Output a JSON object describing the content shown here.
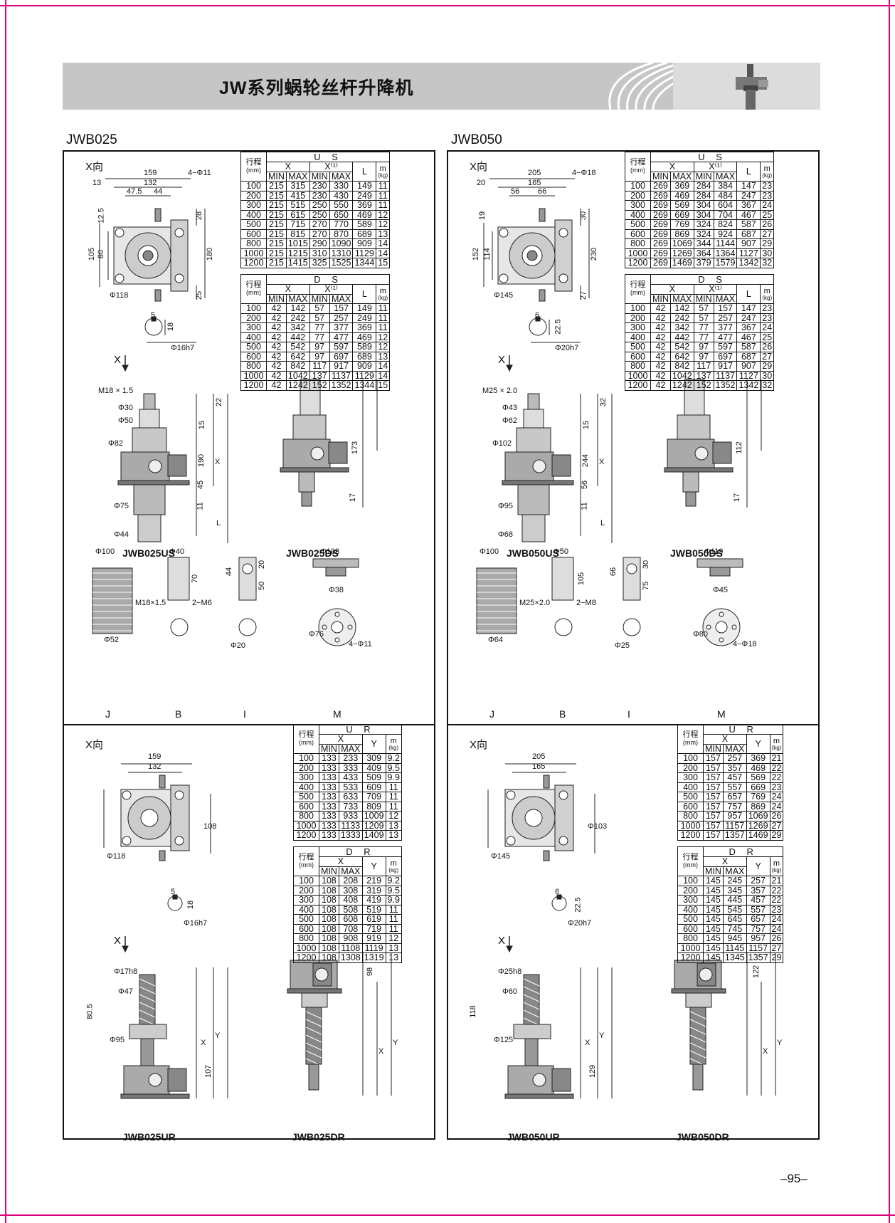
{
  "banner": {
    "title": "JW系列蜗轮丝杆升降机"
  },
  "page_number": "–95–",
  "xdir_label": "X向",
  "x_arrow_label": "X",
  "table_heads": {
    "stroke_cn": "行程",
    "stroke_unit": "(mm)",
    "x": "X",
    "x1": "X⁽¹⁾",
    "min": "MIN",
    "max": "MAX",
    "l": "L",
    "y": "Y",
    "m": "m",
    "m_unit": "(kg)"
  },
  "left": {
    "title": "JWB025",
    "us_table": {
      "group": "U S",
      "rows": [
        [
          "100",
          "215",
          "315",
          "230",
          "330",
          "149",
          "11"
        ],
        [
          "200",
          "215",
          "415",
          "230",
          "430",
          "249",
          "11"
        ],
        [
          "300",
          "215",
          "515",
          "250",
          "550",
          "369",
          "11"
        ],
        [
          "400",
          "215",
          "615",
          "250",
          "650",
          "469",
          "12"
        ],
        [
          "500",
          "215",
          "715",
          "270",
          "770",
          "589",
          "12"
        ],
        [
          "600",
          "215",
          "815",
          "270",
          "870",
          "689",
          "13"
        ],
        [
          "800",
          "215",
          "1015",
          "290",
          "1090",
          "909",
          "14"
        ],
        [
          "1000",
          "215",
          "1215",
          "310",
          "1310",
          "1129",
          "14"
        ],
        [
          "1200",
          "215",
          "1415",
          "325",
          "1525",
          "1344",
          "15"
        ]
      ]
    },
    "ds_table": {
      "group": "D S",
      "rows": [
        [
          "100",
          "42",
          "142",
          "57",
          "157",
          "149",
          "11"
        ],
        [
          "200",
          "42",
          "242",
          "57",
          "257",
          "249",
          "11"
        ],
        [
          "300",
          "42",
          "342",
          "77",
          "377",
          "369",
          "11"
        ],
        [
          "400",
          "42",
          "442",
          "77",
          "477",
          "469",
          "12"
        ],
        [
          "500",
          "42",
          "542",
          "97",
          "597",
          "589",
          "12"
        ],
        [
          "600",
          "42",
          "642",
          "97",
          "697",
          "689",
          "13"
        ],
        [
          "800",
          "42",
          "842",
          "117",
          "917",
          "909",
          "14"
        ],
        [
          "1000",
          "42",
          "1042",
          "137",
          "1137",
          "1129",
          "14"
        ],
        [
          "1200",
          "42",
          "1242",
          "152",
          "1352",
          "1344",
          "15"
        ]
      ]
    },
    "ur_table": {
      "group": "U R",
      "rows": [
        [
          "100",
          "133",
          "233",
          "309",
          "9.2"
        ],
        [
          "200",
          "133",
          "333",
          "409",
          "9.5"
        ],
        [
          "300",
          "133",
          "433",
          "509",
          "9.9"
        ],
        [
          "400",
          "133",
          "533",
          "609",
          "11"
        ],
        [
          "500",
          "133",
          "633",
          "709",
          "11"
        ],
        [
          "600",
          "133",
          "733",
          "809",
          "11"
        ],
        [
          "800",
          "133",
          "933",
          "1009",
          "12"
        ],
        [
          "1000",
          "133",
          "1133",
          "1209",
          "13"
        ],
        [
          "1200",
          "133",
          "1333",
          "1409",
          "13"
        ]
      ]
    },
    "dr_table": {
      "group": "D R",
      "rows": [
        [
          "100",
          "108",
          "208",
          "219",
          "9.2"
        ],
        [
          "200",
          "108",
          "308",
          "319",
          "9.5"
        ],
        [
          "300",
          "108",
          "408",
          "419",
          "9.9"
        ],
        [
          "400",
          "108",
          "508",
          "519",
          "11"
        ],
        [
          "500",
          "108",
          "608",
          "619",
          "11"
        ],
        [
          "600",
          "108",
          "708",
          "719",
          "11"
        ],
        [
          "800",
          "108",
          "908",
          "919",
          "12"
        ],
        [
          "1000",
          "108",
          "1108",
          "1119",
          "13"
        ],
        [
          "1200",
          "108",
          "1308",
          "1319",
          "13"
        ]
      ]
    },
    "captions": {
      "us": "JWB025US",
      "ds": "JWB025DS",
      "ur": "JWB025UR",
      "dr": "JWB025DR"
    },
    "accessories": [
      "J",
      "B",
      "I",
      "M"
    ],
    "dims": {
      "d159": "159",
      "d132": "132",
      "d47": "47.5",
      "d44": "44",
      "d13": "13",
      "d125": "12.5",
      "d105": "105",
      "d80": "80",
      "d180": "180",
      "d28": "28",
      "d25": "25",
      "hole4": "4−Φ11",
      "phi118": "Φ118",
      "key5": "5",
      "key18": "18",
      "shaft": "Φ16h7",
      "m18": "M18 × 1.5",
      "phi30": "Φ30",
      "phi50": "Φ50",
      "phi82": "Φ82",
      "phi75": "Φ75",
      "phi44": "Φ44",
      "d190": "190",
      "d22": "22",
      "d15": "15",
      "d45": "45",
      "d11": "11",
      "dx": "X",
      "dl": "L",
      "d173": "173",
      "d17": "17",
      "phi100": "Φ100",
      "phi52": "Φ52",
      "phi40": "Φ40",
      "d70": "70",
      "m6": "2−M6",
      "m18b": "M18×1.5",
      "d20": "20",
      "d50": "50",
      "phi20": "Φ20",
      "phi108": "Φ108",
      "phi38": "Φ38",
      "phi76": "Φ76",
      "hole4b": "4−Φ11",
      "phi17": "Φ17h8",
      "phi47": "Φ47",
      "phi95": "Φ95",
      "d805": "80.5",
      "d107": "107",
      "d98": "98",
      "d108": "108",
      "dy": "Y"
    }
  },
  "right": {
    "title": "JWB050",
    "us_table": {
      "group": "U S",
      "rows": [
        [
          "100",
          "269",
          "369",
          "284",
          "384",
          "147",
          "23"
        ],
        [
          "200",
          "269",
          "469",
          "284",
          "484",
          "247",
          "23"
        ],
        [
          "300",
          "269",
          "569",
          "304",
          "604",
          "367",
          "24"
        ],
        [
          "400",
          "269",
          "669",
          "304",
          "704",
          "467",
          "25"
        ],
        [
          "500",
          "269",
          "769",
          "324",
          "824",
          "587",
          "26"
        ],
        [
          "600",
          "269",
          "869",
          "324",
          "924",
          "687",
          "27"
        ],
        [
          "800",
          "269",
          "1069",
          "344",
          "1144",
          "907",
          "29"
        ],
        [
          "1000",
          "269",
          "1269",
          "364",
          "1364",
          "1127",
          "30"
        ],
        [
          "1200",
          "269",
          "1469",
          "379",
          "1579",
          "1342",
          "32"
        ]
      ]
    },
    "ds_table": {
      "group": "D S",
      "rows": [
        [
          "100",
          "42",
          "142",
          "57",
          "157",
          "147",
          "23"
        ],
        [
          "200",
          "42",
          "242",
          "57",
          "257",
          "247",
          "23"
        ],
        [
          "300",
          "42",
          "342",
          "77",
          "377",
          "367",
          "24"
        ],
        [
          "400",
          "42",
          "442",
          "77",
          "477",
          "467",
          "25"
        ],
        [
          "500",
          "42",
          "542",
          "97",
          "597",
          "587",
          "26"
        ],
        [
          "600",
          "42",
          "642",
          "97",
          "697",
          "687",
          "27"
        ],
        [
          "800",
          "42",
          "842",
          "117",
          "917",
          "907",
          "29"
        ],
        [
          "1000",
          "42",
          "1042",
          "137",
          "1137",
          "1127",
          "30"
        ],
        [
          "1200",
          "42",
          "1242",
          "152",
          "1352",
          "1342",
          "32"
        ]
      ]
    },
    "ur_table": {
      "group": "U R",
      "rows": [
        [
          "100",
          "157",
          "257",
          "369",
          "21"
        ],
        [
          "200",
          "157",
          "357",
          "469",
          "22"
        ],
        [
          "300",
          "157",
          "457",
          "569",
          "22"
        ],
        [
          "400",
          "157",
          "557",
          "669",
          "23"
        ],
        [
          "500",
          "157",
          "657",
          "769",
          "24"
        ],
        [
          "600",
          "157",
          "757",
          "869",
          "24"
        ],
        [
          "800",
          "157",
          "957",
          "1069",
          "26"
        ],
        [
          "1000",
          "157",
          "1157",
          "1269",
          "27"
        ],
        [
          "1200",
          "157",
          "1357",
          "1469",
          "29"
        ]
      ]
    },
    "dr_table": {
      "group": "D R",
      "rows": [
        [
          "100",
          "145",
          "245",
          "257",
          "21"
        ],
        [
          "200",
          "145",
          "345",
          "357",
          "22"
        ],
        [
          "300",
          "145",
          "445",
          "457",
          "22"
        ],
        [
          "400",
          "145",
          "545",
          "557",
          "23"
        ],
        [
          "500",
          "145",
          "645",
          "657",
          "24"
        ],
        [
          "600",
          "145",
          "745",
          "757",
          "24"
        ],
        [
          "800",
          "145",
          "945",
          "957",
          "26"
        ],
        [
          "1000",
          "145",
          "1145",
          "1157",
          "27"
        ],
        [
          "1200",
          "145",
          "1345",
          "1357",
          "29"
        ]
      ]
    },
    "captions": {
      "us": "JWB050US",
      "ds": "JWB050DS",
      "ur": "JWB050UR",
      "dr": "JWB050DR"
    },
    "accessories": [
      "J",
      "B",
      "I",
      "M"
    ],
    "dims": {
      "d159": "205",
      "d132": "165",
      "d47": "56",
      "d44": "66",
      "d13": "20",
      "d125": "19",
      "d105": "152",
      "d80": "114",
      "d180": "230",
      "d28": "30",
      "d25": "27",
      "hole4": "4−Φ18",
      "phi118": "Φ145",
      "key5": "6",
      "key18": "22.5",
      "shaft": "Φ20h7",
      "m18": "M25 × 2.0",
      "phi30": "Φ43",
      "phi50": "Φ62",
      "phi82": "Φ102",
      "phi75": "Φ95",
      "phi44": "Φ68",
      "d190": "244",
      "d22": "32",
      "d15": "15",
      "d45": "56",
      "d11": "11",
      "dx": "X",
      "dl": "L",
      "d173": "112",
      "d17": "17",
      "phi100": "Φ100",
      "phi52": "Φ64",
      "phi40": "Φ50",
      "d70": "105",
      "m6": "2−M8",
      "m18b": "M25×2.0",
      "d20": "30",
      "d50": "75",
      "phi20": "Φ25",
      "phi108": "Φ119",
      "phi38": "Φ45",
      "phi76": "Φ80",
      "hole4b": "4−Φ18",
      "phi17": "Φ25h8",
      "phi47": "Φ60",
      "phi95": "Φ125",
      "d805": "118",
      "d107": "129",
      "d98": "122",
      "d108": "Φ103",
      "dy": "Y"
    }
  }
}
